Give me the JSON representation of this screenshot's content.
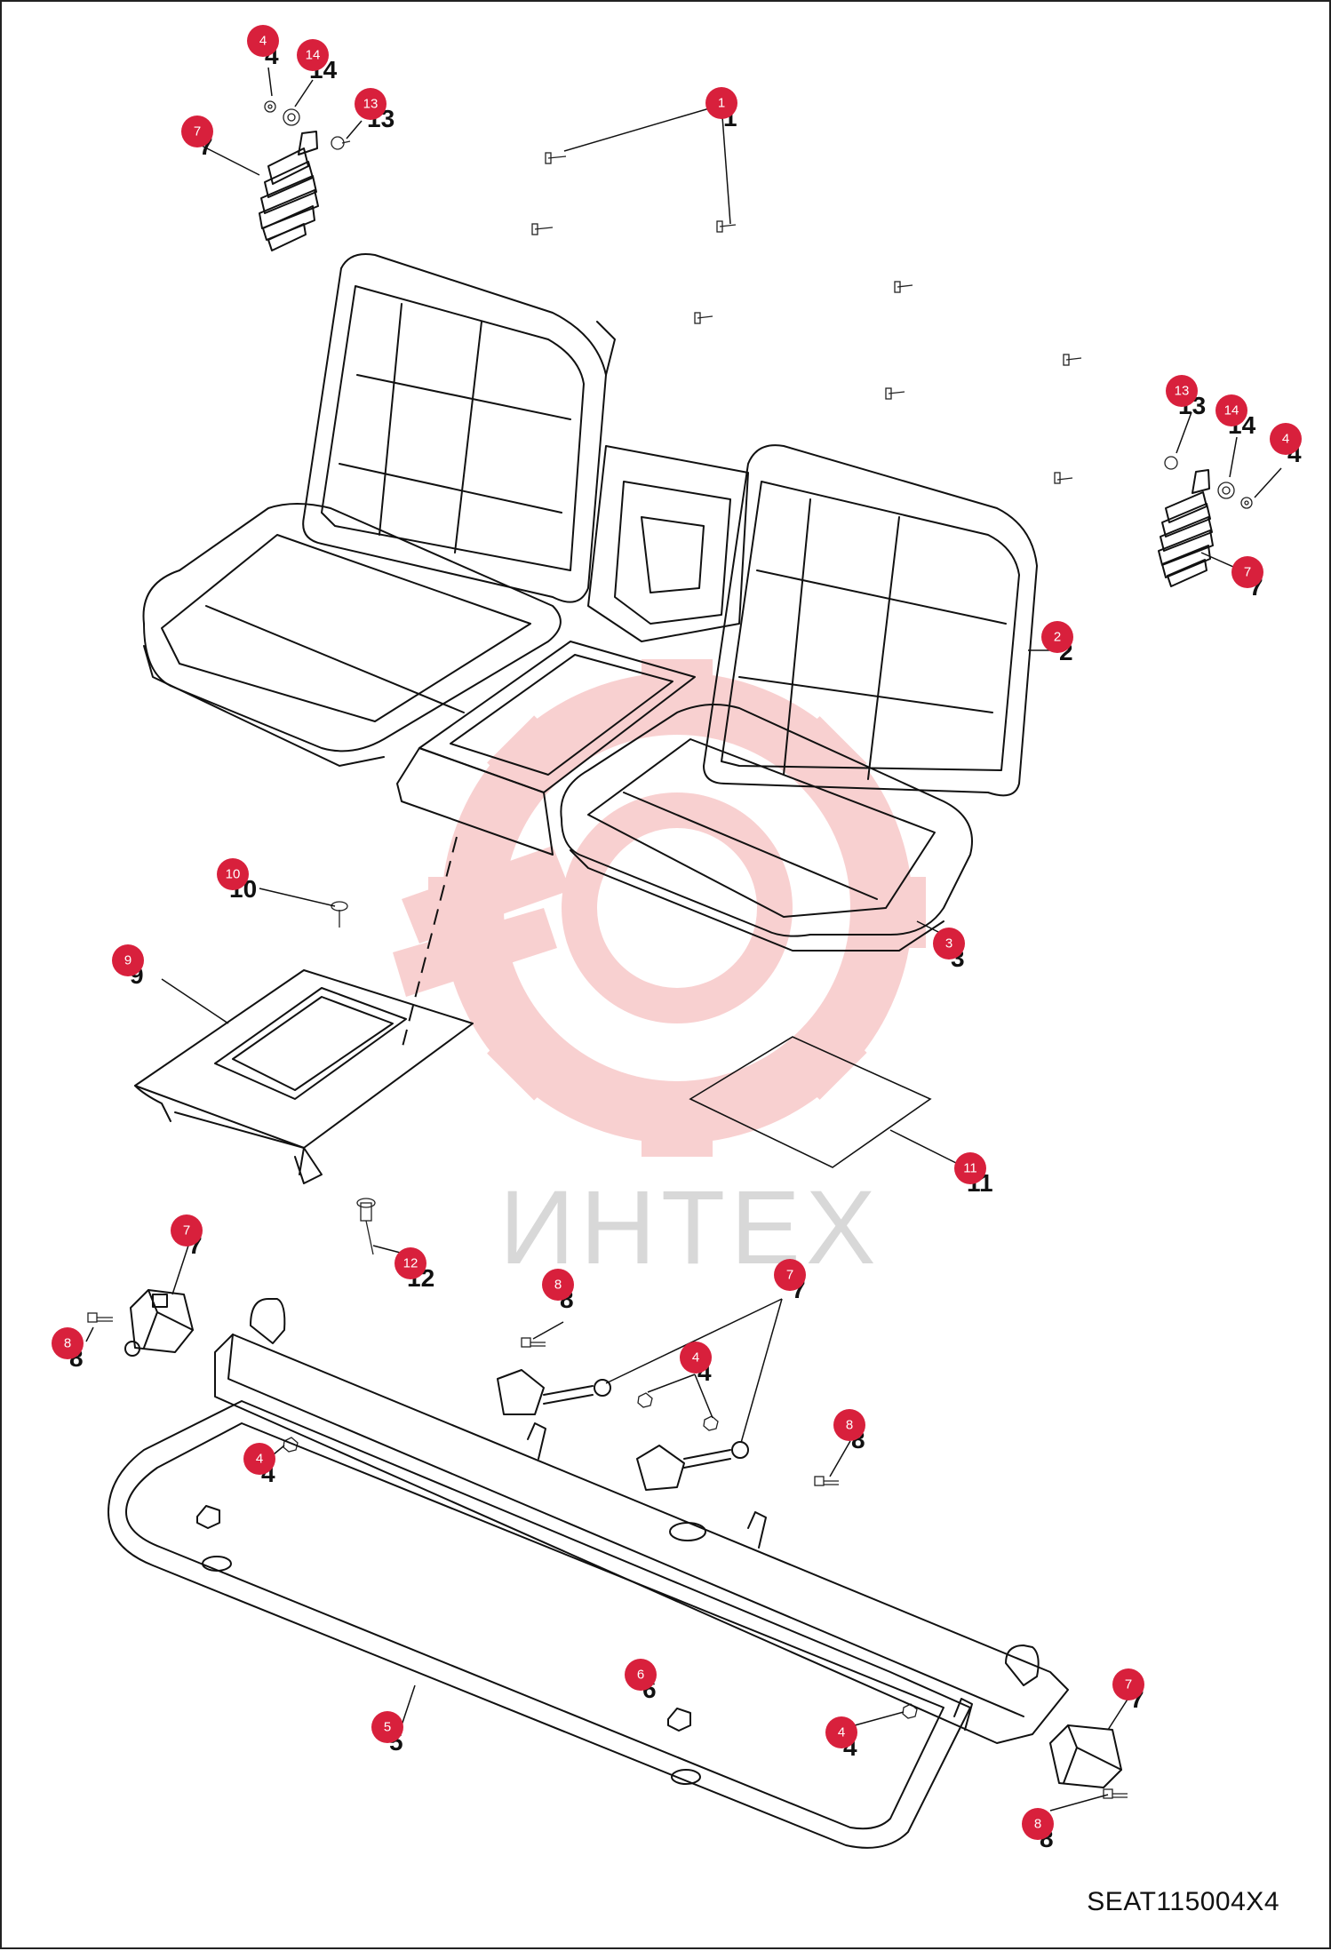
{
  "diagram": {
    "drawing_code": "SEAT115004X4",
    "watermark_text": "ИНТЕХ",
    "colors": {
      "callout": "#d8203c",
      "callout_text": "#ffffff",
      "line": "#111111",
      "watermark": "#f2b5b5"
    },
    "callouts": [
      {
        "id": "c4-top",
        "label": "4"
      },
      {
        "id": "c14-top",
        "label": "14"
      },
      {
        "id": "c13-top",
        "label": "13"
      },
      {
        "id": "c7-top",
        "label": "7"
      },
      {
        "id": "c1",
        "label": "1"
      },
      {
        "id": "c13-right",
        "label": "13"
      },
      {
        "id": "c14-right",
        "label": "14"
      },
      {
        "id": "c4-right",
        "label": "4"
      },
      {
        "id": "c7-right",
        "label": "7"
      },
      {
        "id": "c2",
        "label": "2"
      },
      {
        "id": "c3",
        "label": "3"
      },
      {
        "id": "c10",
        "label": "10"
      },
      {
        "id": "c9",
        "label": "9"
      },
      {
        "id": "c11",
        "label": "11"
      },
      {
        "id": "c12",
        "label": "12"
      },
      {
        "id": "c7-left",
        "label": "7"
      },
      {
        "id": "c8-left",
        "label": "8"
      },
      {
        "id": "c8-mid",
        "label": "8"
      },
      {
        "id": "c7-mid",
        "label": "7"
      },
      {
        "id": "c4-mid",
        "label": "4"
      },
      {
        "id": "c8-right",
        "label": "8"
      },
      {
        "id": "c4-left",
        "label": "4"
      },
      {
        "id": "c6",
        "label": "6"
      },
      {
        "id": "c5",
        "label": "5"
      },
      {
        "id": "c4-bottom",
        "label": "4"
      },
      {
        "id": "c7-bottom",
        "label": "7"
      },
      {
        "id": "c8-bottom",
        "label": "8"
      }
    ]
  }
}
